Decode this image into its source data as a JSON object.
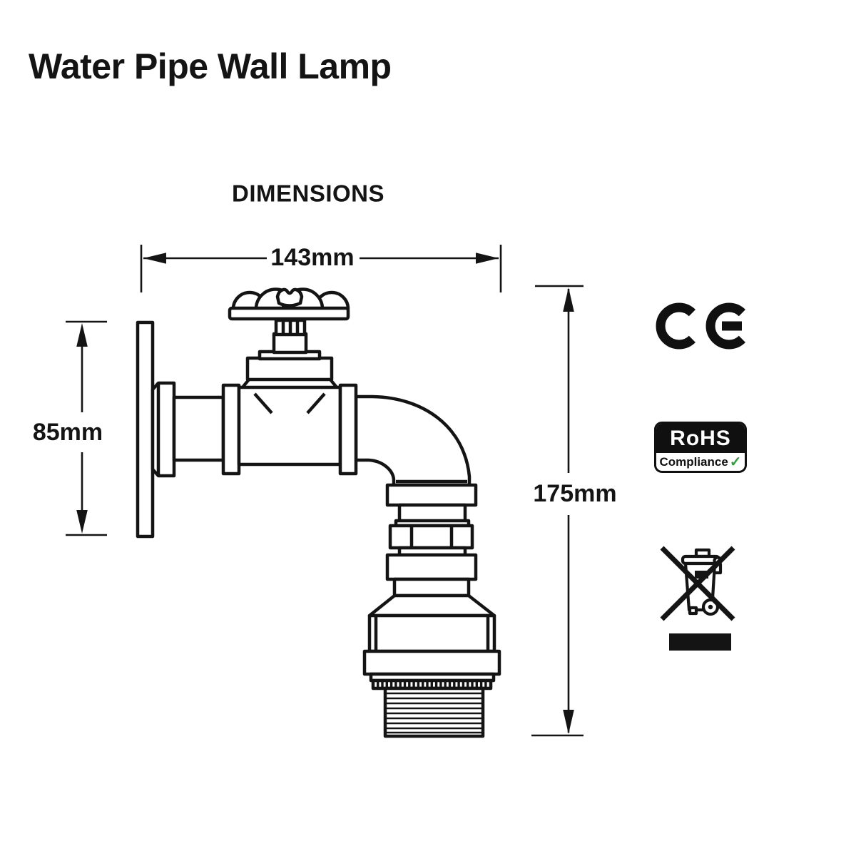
{
  "page": {
    "title": "Water Pipe Wall Lamp",
    "section_heading": "DIMENSIONS"
  },
  "diagram": {
    "subject": "water-pipe-wall-lamp-line-drawing",
    "dimensions": {
      "width": "143mm",
      "flange_height": "85mm",
      "total_height": "175mm"
    }
  },
  "certifications": {
    "ce": {
      "icon": "ce-mark"
    },
    "rohs": {
      "title": "RoHS",
      "subtitle": "Compliance",
      "check": "✓",
      "check_color": "#2f9e3c"
    },
    "weee": {
      "icon": "weee-crossed-out-wheelie-bin"
    }
  },
  "colors": {
    "line": "#141414",
    "background": "#ffffff"
  }
}
